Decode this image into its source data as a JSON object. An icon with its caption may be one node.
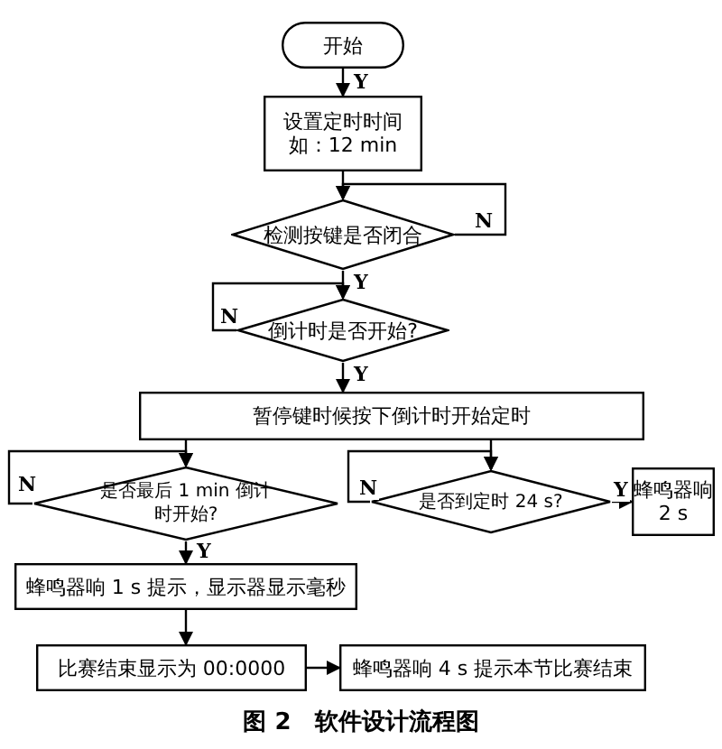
{
  "diagram": {
    "caption": "图 2　软件设计流程图",
    "nodes": [
      {
        "text": [
          "开始"
        ]
      },
      {
        "text": [
          "设置定时时间",
          "如：12 min"
        ]
      },
      {
        "text": [
          "检测按键是否闭合"
        ]
      },
      {
        "text": [
          "倒计时是否开始?"
        ]
      },
      {
        "text": [
          "暂停键时候按下倒计时开始定时"
        ]
      },
      {
        "text": [
          "是否最后 1 min 倒计时开始?"
        ]
      },
      {
        "text": [
          "是否到定时 24 s?"
        ]
      },
      {
        "text": [
          "蜂鸣器响 2 s"
        ]
      },
      {
        "text": [
          "蜂鸣器响 1 s 提示，显示器显示毫秒"
        ]
      },
      {
        "text": [
          "比赛结束显示为 00:0000"
        ]
      },
      {
        "text": [
          "蜂鸣器响 4 s 提示本节比赛结束"
        ]
      }
    ],
    "edges": [
      {
        "from": 0,
        "to": 1,
        "arrow": "to",
        "label": "Y"
      },
      {
        "from": 1,
        "to": 2,
        "arrow": "to"
      },
      {
        "from": 2,
        "to": 2,
        "arrow": "to",
        "label": "N"
      },
      {
        "from": 2,
        "to": 3,
        "arrow": "to",
        "label": "Y"
      },
      {
        "from": 3,
        "to": 3,
        "arrow": "to",
        "label": "N"
      },
      {
        "from": 3,
        "to": 4,
        "arrow": "to",
        "label": "Y"
      },
      {
        "from": 4,
        "to": 5,
        "arrow": "to"
      },
      {
        "from": 5,
        "to": 5,
        "arrow": "to",
        "label": "N"
      },
      {
        "from": 4,
        "to": 6,
        "arrow": "to"
      },
      {
        "from": 6,
        "to": 6,
        "arrow": "to",
        "label": "N"
      },
      {
        "from": 6,
        "to": 7,
        "arrow": "to",
        "label": "Y"
      },
      {
        "from": 5,
        "to": 8,
        "arrow": "to",
        "label": "Y"
      },
      {
        "from": 8,
        "to": 9,
        "arrow": "to"
      },
      {
        "from": 9,
        "to": 10,
        "arrow": "to"
      }
    ]
  }
}
